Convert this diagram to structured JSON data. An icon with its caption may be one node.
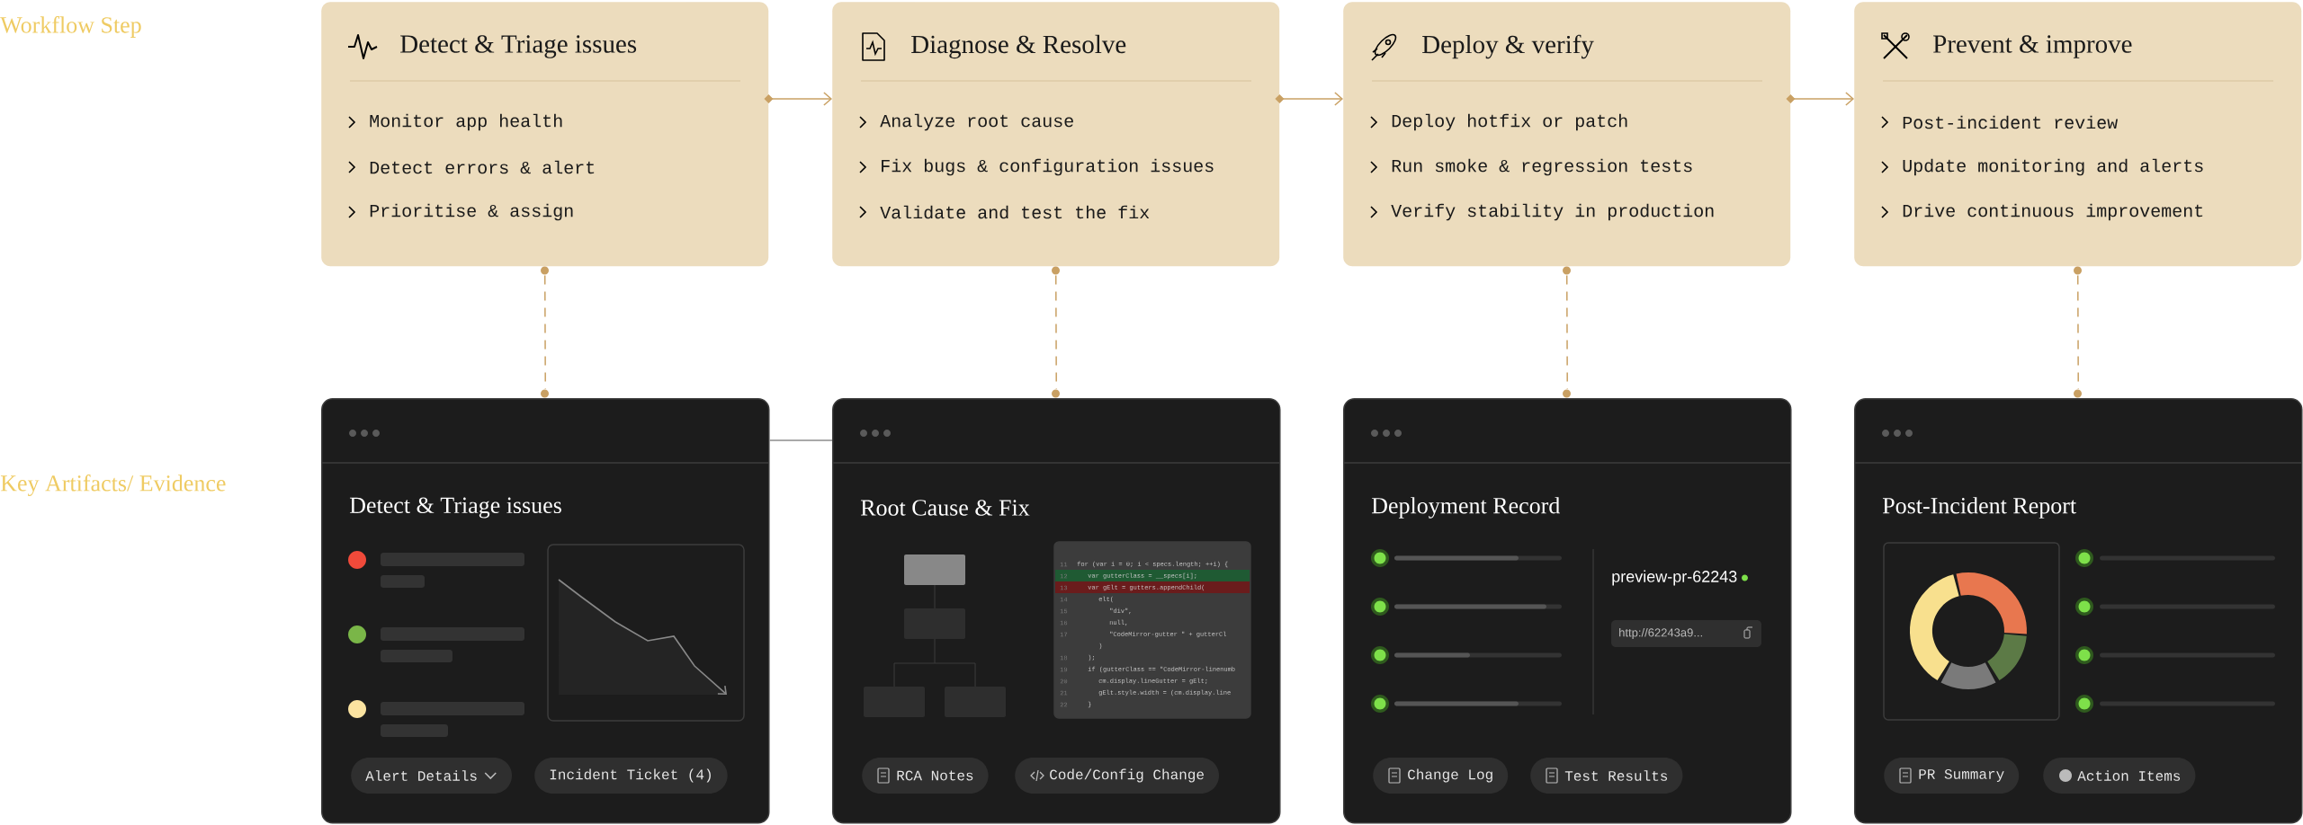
{
  "diagram": {
    "nodes": [
      {
        "text": [
          "Detect & Triage issues",
          "Monitor app health",
          "Detect errors & alert",
          "Prioritise & assign"
        ]
      },
      {
        "text": [
          "Diagnose & Resolve",
          "Analyze root cause",
          "Fix bugs & configuration issues",
          "Validate and test the fix"
        ]
      },
      {
        "text": [
          "Deploy & verify",
          "Deploy hotfix or patch",
          "Run smoke & regression tests",
          "Verify stability in production"
        ]
      },
      {
        "text": [
          "Prevent & improve",
          "Post-incident review",
          "Update monitoring and alerts",
          "Drive continuous improvement"
        ]
      },
      {
        "text": [
          "Detect & Triage issues",
          "Alert Details",
          "Incident Ticket (4)"
        ]
      },
      {
        "text": [
          "Root Cause & Fix",
          "11",
          "for (var i = 0; i < specs.length; ++i) {",
          "12",
          "var gutterClass = __specs[i];",
          "13",
          "var gElt = gutters.appendChild(",
          "14",
          "elt(",
          "15",
          "\"div\",",
          "16",
          "null,",
          "17",
          "\"CodeMirror-gutter \" + gutterCl",
          ")",
          "18",
          ");",
          "19",
          "if (gutterClass == \"CodeMirror-linenumb",
          "20",
          "cm.display.lineGutter = gElt;",
          "21",
          "gElt.style.width = (cm.display.line",
          "22",
          "}",
          "RCA Notes",
          "Code/Config Change"
        ]
      },
      {
        "text": [
          "Deployment Record",
          "preview-pr-62243",
          "http://62243a9...",
          "Change Log",
          "Test Results"
        ]
      },
      {
        "text": [
          "Post-Incident Report",
          "PR Summary",
          "Action Items"
        ]
      }
    ],
    "edges": [
      {
        "from": 0,
        "to": 1,
        "arrow": "to"
      },
      {
        "from": 1,
        "to": 2,
        "arrow": "to"
      },
      {
        "from": 2,
        "to": 3,
        "arrow": "to"
      },
      {
        "from": 0,
        "to": 4,
        "arrow": "none",
        "style": "dashed"
      },
      {
        "from": 1,
        "to": 5,
        "arrow": "none",
        "style": "dashed"
      },
      {
        "from": 2,
        "to": 6,
        "arrow": "none",
        "style": "dashed"
      },
      {
        "from": 3,
        "to": 7,
        "arrow": "none",
        "style": "dashed"
      },
      {
        "from": 4,
        "to": 5,
        "arrow": "none",
        "color": "#8c8c8c"
      }
    ],
    "labels": [
      "Workflow Step",
      "Key Artifacts/ Evidence"
    ]
  }
}
